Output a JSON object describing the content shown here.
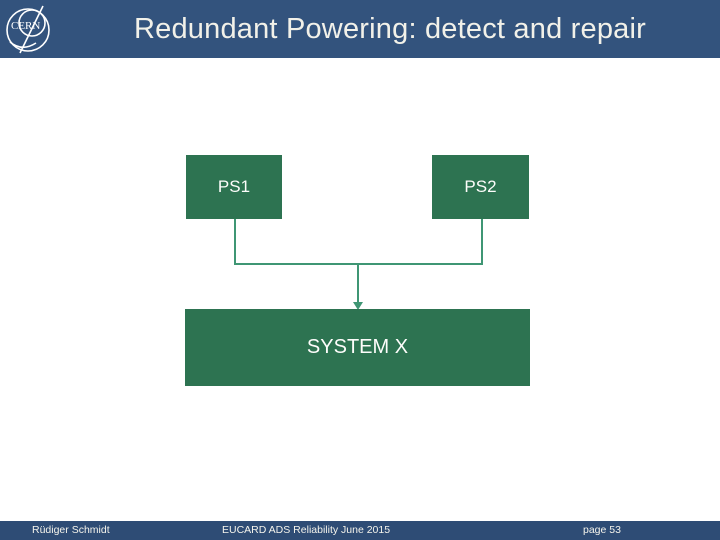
{
  "slide": {
    "title": "Redundant Powering: detect and repair",
    "logo_text": "CERN"
  },
  "diagram": {
    "boxes": [
      {
        "id": "ps1",
        "label": "PS1"
      },
      {
        "id": "ps2",
        "label": "PS2"
      },
      {
        "id": "system-x",
        "label": "SYSTEM X"
      }
    ]
  },
  "footer": {
    "author": "Rüdiger Schmidt",
    "conference": "EUCARD ADS Reliability June 2015",
    "page": "page 53"
  },
  "colors": {
    "header-bg": "#33537d",
    "footer-bg": "#2e4c75",
    "box-green": "#2d7351",
    "connector-green": "#3f9674",
    "title-text": "#f2f1e9",
    "box-text": "#fdfdfb"
  }
}
